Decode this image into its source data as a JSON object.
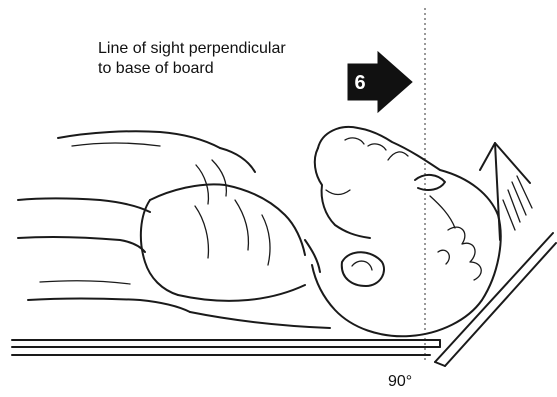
{
  "caption": {
    "line1": "Line of sight perpendicular",
    "line2": "to base of board"
  },
  "step_marker": {
    "number": "6"
  },
  "angle_label": "90°",
  "colors": {
    "ink": "#1a1a1a",
    "marker_fill": "#111111",
    "marker_text": "#ffffff",
    "background": "#ffffff"
  }
}
